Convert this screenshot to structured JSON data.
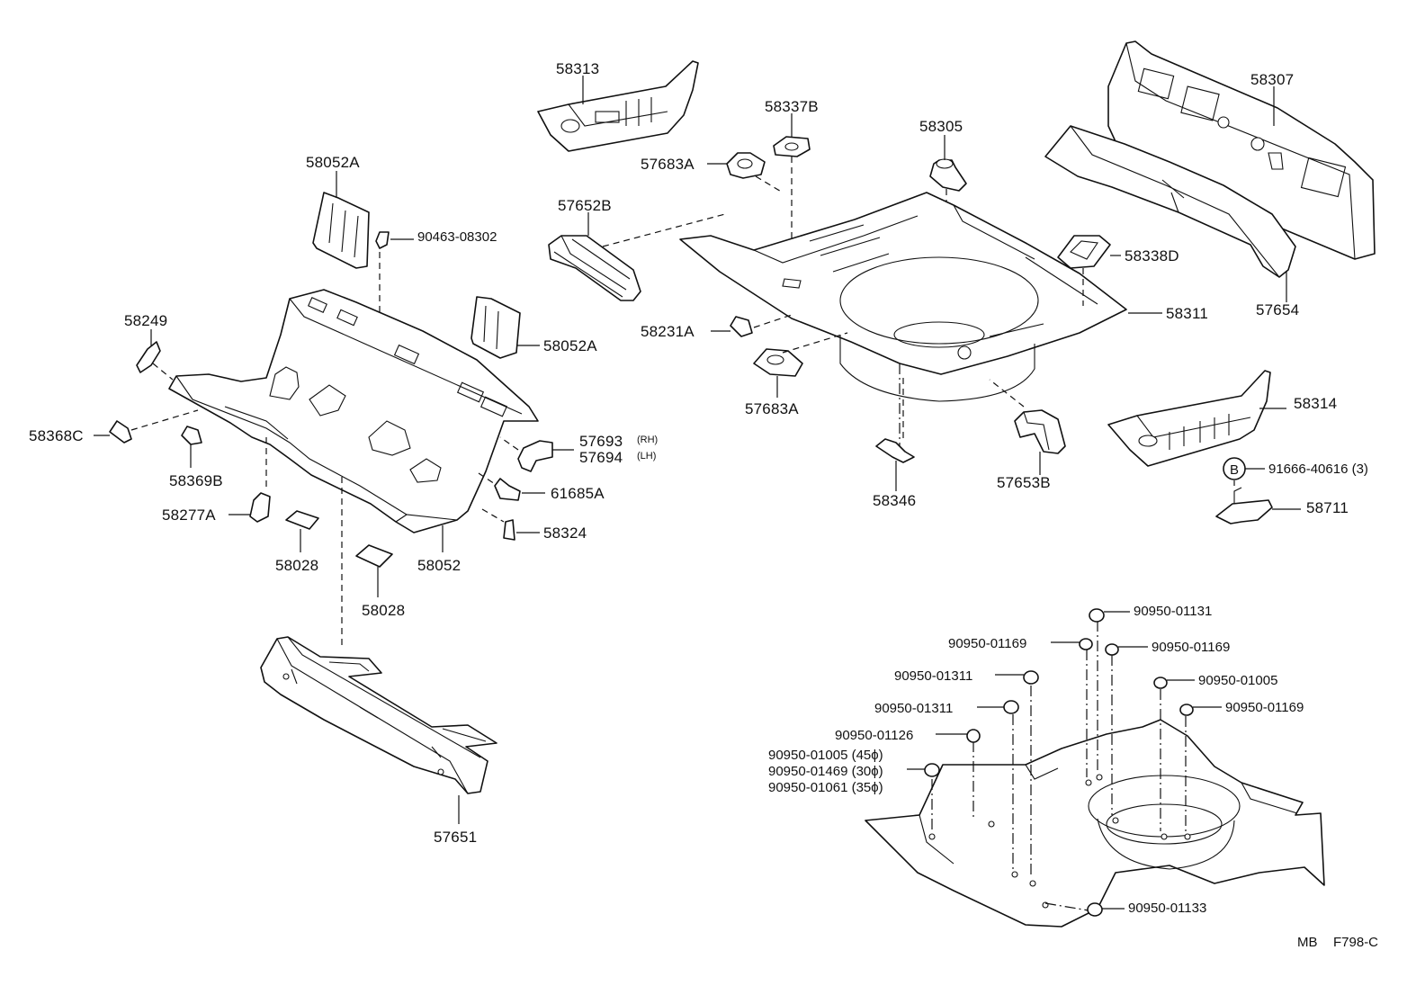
{
  "callouts": {
    "p58313": "58313",
    "p58337B": "58337B",
    "p57683A_top": "57683A",
    "p58305": "58305",
    "p58307": "58307",
    "p58052A_top": "58052A",
    "p90463": "90463-08302",
    "p57652B": "57652B",
    "p58338D": "58338D",
    "p58249": "58249",
    "p58052A_mid": "58052A",
    "p58231A": "58231A",
    "p58311": "58311",
    "p57654": "57654",
    "p58368C": "58368C",
    "p58369B": "58369B",
    "p57683A_bot": "57683A",
    "p58314": "58314",
    "p57693": "57693",
    "p57693_side": "(RH)",
    "p57694": "57694",
    "p57694_side": "(LH)",
    "p61685A": "61685A",
    "p58277A": "58277A",
    "p58324": "58324",
    "p58028_a": "58028",
    "p58052": "58052",
    "p58028_b": "58028",
    "p58346": "58346",
    "p57653B": "57653B",
    "p91666": "91666-40616 (3)",
    "p58711": "58711",
    "p57651": "57651",
    "plug_01131": "90950-01131",
    "plug_01169_a": "90950-01169",
    "plug_01169_b": "90950-01169",
    "plug_01311_a": "90950-01311",
    "plug_01005": "90950-01005",
    "plug_01311_b": "90950-01311",
    "plug_01169_c": "90950-01169",
    "plug_01126": "90950-01126",
    "plug_01005_45": "90950-01005 (45ϕ)",
    "plug_01469_30": "90950-01469 (30ϕ)",
    "plug_01061_35": "90950-01061 (35ϕ)",
    "plug_01133": "90950-01133"
  },
  "bolt_marker": "B",
  "footer": {
    "code_left": "MB",
    "code_right": "F798-C"
  }
}
